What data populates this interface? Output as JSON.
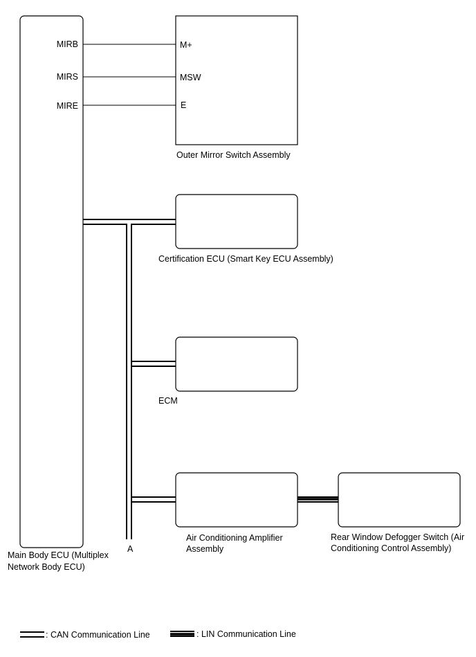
{
  "main_ecu": {
    "label_line1": "Main Body ECU (Multiplex",
    "label_line2": "Network Body ECU)",
    "pins": [
      "MIRB",
      "MIRS",
      "MIRE"
    ]
  },
  "mirror_switch": {
    "label": "Outer Mirror Switch Assembly",
    "pins": [
      "M+",
      "MSW",
      "E"
    ]
  },
  "certification_ecu": {
    "label": "Certification ECU (Smart Key ECU Assembly)"
  },
  "ecm": {
    "label": "ECM"
  },
  "ac_amplifier": {
    "label_line1": "Air Conditioning Amplifier",
    "label_line2": "Assembly"
  },
  "defogger_switch": {
    "label_line1": "Rear Window Defogger Switch (Air",
    "label_line2": "Conditioning Control Assembly)"
  },
  "bus_end_label": "A",
  "legend": {
    "can": ": CAN Communication Line",
    "lin": ": LIN Communication Line"
  },
  "colors": {
    "line": "#000000",
    "background": "#ffffff"
  }
}
